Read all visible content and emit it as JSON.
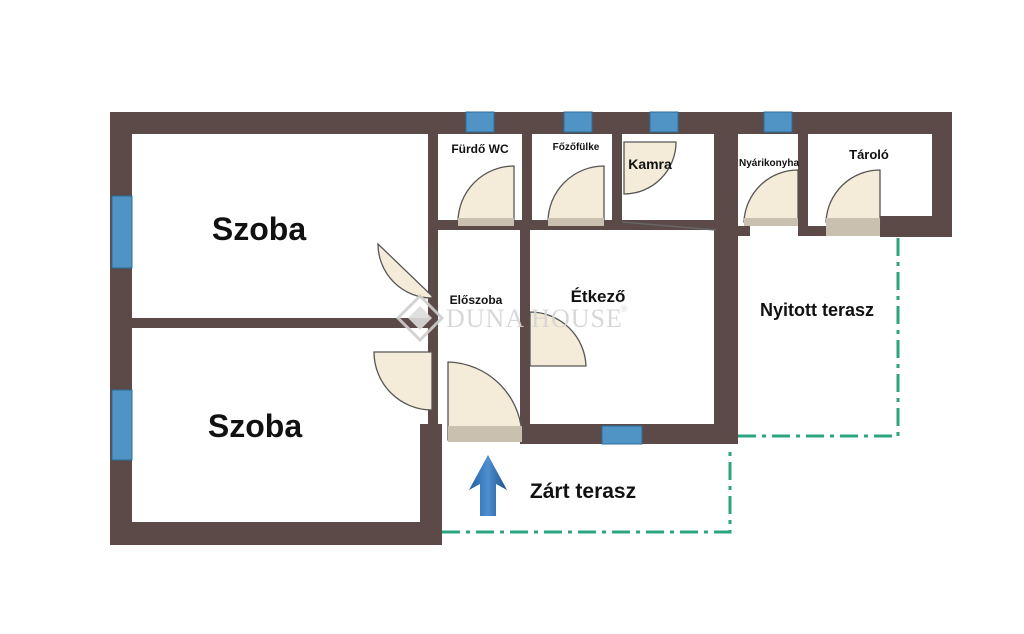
{
  "plan": {
    "rooms": {
      "szoba_1": "Szoba",
      "szoba_2": "Szoba",
      "furdo_wc": "Fürdő WC",
      "fozofulke": "Főzőfülke",
      "kamra": "Kamra",
      "nyarikonyha": "Nyárikonyha",
      "tarolo": "Tároló",
      "eloszoba": "Előszoba",
      "etkezo": "Étkező",
      "nyitott_terasz": "Nyitott terasz",
      "zart_terasz": "Zárt terasz"
    },
    "watermark": "DUNA HOUSE",
    "watermark_mark": "®",
    "icons": {
      "entrance": "entrance-arrow-icon",
      "logo": "duna-house-logo-icon"
    },
    "colors": {
      "wall": "#5b4a48",
      "window": "#4f94c4",
      "door_fill": "#f4ecd8",
      "door_threshold": "#c9c0b0",
      "terrace_line": "#2aa57f",
      "arrow": "#1d5fa6",
      "watermark": "#d4d4d4"
    }
  }
}
